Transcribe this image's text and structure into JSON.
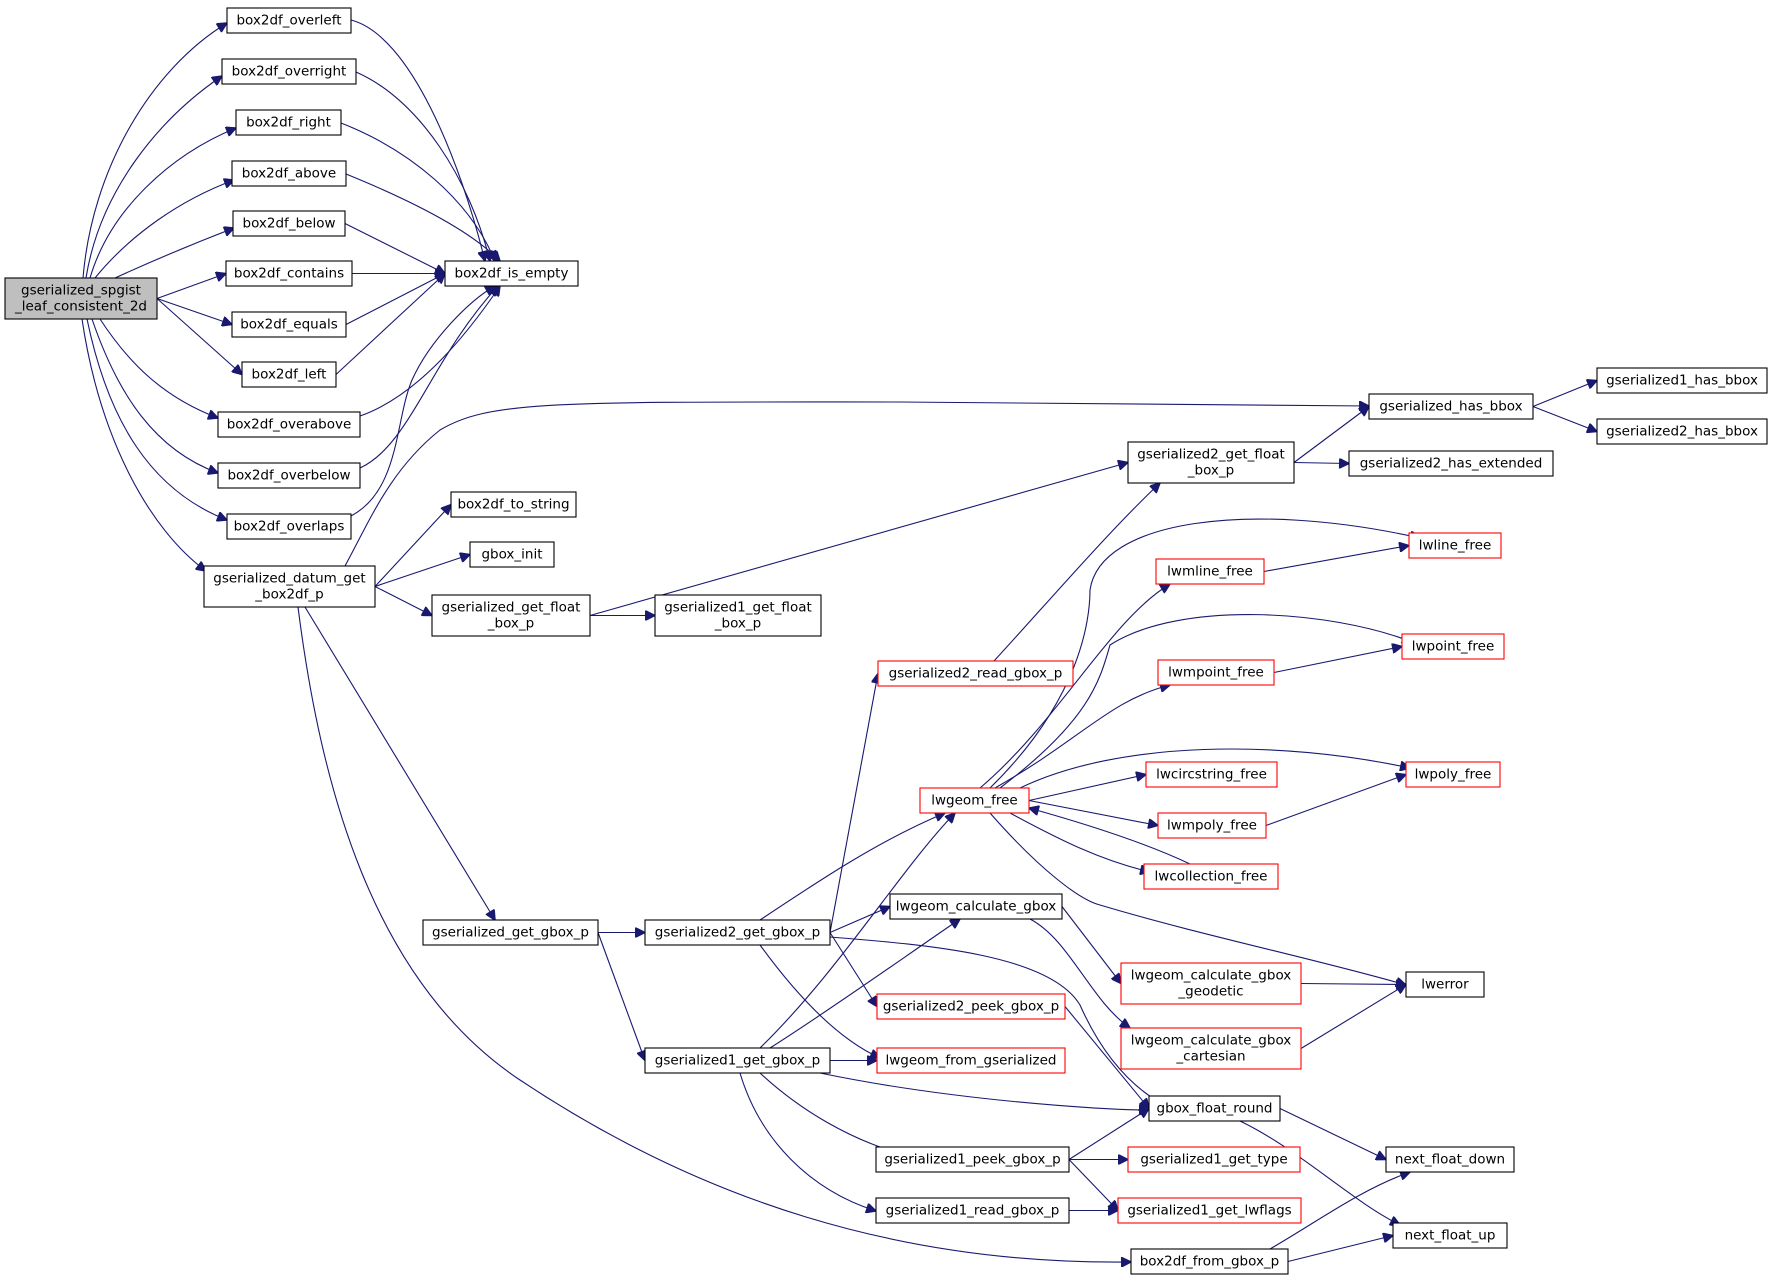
{
  "graph": {
    "nodes": [
      {
        "id": "root",
        "lines": [
          "gserialized_spgist",
          "_leaf_consistent_2d"
        ],
        "style": "root"
      },
      {
        "id": "overleft",
        "lines": [
          "box2df_overleft"
        ],
        "style": "black"
      },
      {
        "id": "overright",
        "lines": [
          "box2df_overright"
        ],
        "style": "black"
      },
      {
        "id": "right",
        "lines": [
          "box2df_right"
        ],
        "style": "black"
      },
      {
        "id": "above",
        "lines": [
          "box2df_above"
        ],
        "style": "black"
      },
      {
        "id": "below",
        "lines": [
          "box2df_below"
        ],
        "style": "black"
      },
      {
        "id": "contains",
        "lines": [
          "box2df_contains"
        ],
        "style": "black"
      },
      {
        "id": "equals",
        "lines": [
          "box2df_equals"
        ],
        "style": "black"
      },
      {
        "id": "left",
        "lines": [
          "box2df_left"
        ],
        "style": "black"
      },
      {
        "id": "overabove",
        "lines": [
          "box2df_overabove"
        ],
        "style": "black"
      },
      {
        "id": "overbelow",
        "lines": [
          "box2df_overbelow"
        ],
        "style": "black"
      },
      {
        "id": "overlaps",
        "lines": [
          "box2df_overlaps"
        ],
        "style": "black"
      },
      {
        "id": "is_empty",
        "lines": [
          "box2df_is_empty"
        ],
        "style": "black"
      },
      {
        "id": "datum_get",
        "lines": [
          "gserialized_datum_get",
          "_box2df_p"
        ],
        "style": "black"
      },
      {
        "id": "to_string",
        "lines": [
          "box2df_to_string"
        ],
        "style": "black"
      },
      {
        "id": "gbox_init",
        "lines": [
          "gbox_init"
        ],
        "style": "black"
      },
      {
        "id": "get_float_box",
        "lines": [
          "gserialized_get_float",
          "_box_p"
        ],
        "style": "black"
      },
      {
        "id": "g1_get_float_box",
        "lines": [
          "gserialized1_get_float",
          "_box_p"
        ],
        "style": "black"
      },
      {
        "id": "g2_get_float_box",
        "lines": [
          "gserialized2_get_float",
          "_box_p"
        ],
        "style": "black"
      },
      {
        "id": "has_bbox",
        "lines": [
          "gserialized_has_bbox"
        ],
        "style": "black"
      },
      {
        "id": "g1_has_bbox",
        "lines": [
          "gserialized1_has_bbox"
        ],
        "style": "black"
      },
      {
        "id": "g2_has_bbox",
        "lines": [
          "gserialized2_has_bbox"
        ],
        "style": "black"
      },
      {
        "id": "g2_has_extended",
        "lines": [
          "gserialized2_has_extended"
        ],
        "style": "black"
      },
      {
        "id": "get_gbox",
        "lines": [
          "gserialized_get_gbox_p"
        ],
        "style": "black"
      },
      {
        "id": "g2_get_gbox",
        "lines": [
          "gserialized2_get_gbox_p"
        ],
        "style": "black"
      },
      {
        "id": "g1_get_gbox",
        "lines": [
          "gserialized1_get_gbox_p"
        ],
        "style": "black"
      },
      {
        "id": "g2_read_gbox",
        "lines": [
          "gserialized2_read_gbox_p"
        ],
        "style": "red"
      },
      {
        "id": "lwgeom_free",
        "lines": [
          "lwgeom_free"
        ],
        "style": "red"
      },
      {
        "id": "lwmline_free",
        "lines": [
          "lwmline_free"
        ],
        "style": "red"
      },
      {
        "id": "lwline_free",
        "lines": [
          "lwline_free"
        ],
        "style": "red"
      },
      {
        "id": "lwmpoint_free",
        "lines": [
          "lwmpoint_free"
        ],
        "style": "red"
      },
      {
        "id": "lwpoint_free",
        "lines": [
          "lwpoint_free"
        ],
        "style": "red"
      },
      {
        "id": "lwcircstring_free",
        "lines": [
          "lwcircstring_free"
        ],
        "style": "red"
      },
      {
        "id": "lwpoly_free",
        "lines": [
          "lwpoly_free"
        ],
        "style": "red"
      },
      {
        "id": "lwmpoly_free",
        "lines": [
          "lwmpoly_free"
        ],
        "style": "red"
      },
      {
        "id": "lwcollection_free",
        "lines": [
          "lwcollection_free"
        ],
        "style": "red"
      },
      {
        "id": "calc_gbox",
        "lines": [
          "lwgeom_calculate_gbox"
        ],
        "style": "black"
      },
      {
        "id": "calc_gbox_geodetic",
        "lines": [
          "lwgeom_calculate_gbox",
          "_geodetic"
        ],
        "style": "red"
      },
      {
        "id": "calc_gbox_cartesian",
        "lines": [
          "lwgeom_calculate_gbox",
          "_cartesian"
        ],
        "style": "red"
      },
      {
        "id": "lwerror",
        "lines": [
          "lwerror"
        ],
        "style": "black"
      },
      {
        "id": "g2_peek_gbox",
        "lines": [
          "gserialized2_peek_gbox_p"
        ],
        "style": "red"
      },
      {
        "id": "from_gserialized",
        "lines": [
          "lwgeom_from_gserialized"
        ],
        "style": "red"
      },
      {
        "id": "gbox_float_round",
        "lines": [
          "gbox_float_round"
        ],
        "style": "black"
      },
      {
        "id": "g1_peek_gbox",
        "lines": [
          "gserialized1_peek_gbox_p"
        ],
        "style": "black"
      },
      {
        "id": "g1_get_type",
        "lines": [
          "gserialized1_get_type"
        ],
        "style": "red"
      },
      {
        "id": "next_float_down",
        "lines": [
          "next_float_down"
        ],
        "style": "black"
      },
      {
        "id": "g1_read_gbox",
        "lines": [
          "gserialized1_read_gbox_p"
        ],
        "style": "black"
      },
      {
        "id": "g1_get_lwflags",
        "lines": [
          "gserialized1_get_lwflags"
        ],
        "style": "red"
      },
      {
        "id": "next_float_up",
        "lines": [
          "next_float_up"
        ],
        "style": "black"
      },
      {
        "id": "from_gbox",
        "lines": [
          "box2df_from_gbox_p"
        ],
        "style": "black"
      }
    ],
    "edges": [
      [
        "root",
        "overleft"
      ],
      [
        "root",
        "overright"
      ],
      [
        "root",
        "right"
      ],
      [
        "root",
        "above"
      ],
      [
        "root",
        "below"
      ],
      [
        "root",
        "contains"
      ],
      [
        "root",
        "equals"
      ],
      [
        "root",
        "left"
      ],
      [
        "root",
        "overabove"
      ],
      [
        "root",
        "overbelow"
      ],
      [
        "root",
        "overlaps"
      ],
      [
        "root",
        "datum_get"
      ],
      [
        "overleft",
        "is_empty"
      ],
      [
        "overright",
        "is_empty"
      ],
      [
        "right",
        "is_empty"
      ],
      [
        "above",
        "is_empty"
      ],
      [
        "below",
        "is_empty"
      ],
      [
        "contains",
        "is_empty"
      ],
      [
        "equals",
        "is_empty"
      ],
      [
        "left",
        "is_empty"
      ],
      [
        "overabove",
        "is_empty"
      ],
      [
        "overbelow",
        "is_empty"
      ],
      [
        "overlaps",
        "is_empty"
      ],
      [
        "datum_get",
        "has_bbox"
      ],
      [
        "datum_get",
        "to_string"
      ],
      [
        "datum_get",
        "gbox_init"
      ],
      [
        "datum_get",
        "get_float_box"
      ],
      [
        "datum_get",
        "get_gbox"
      ],
      [
        "datum_get",
        "from_gbox"
      ],
      [
        "get_float_box",
        "g1_get_float_box"
      ],
      [
        "get_float_box",
        "g2_get_float_box"
      ],
      [
        "g2_get_float_box",
        "has_bbox"
      ],
      [
        "g2_get_float_box",
        "g2_has_extended"
      ],
      [
        "has_bbox",
        "g1_has_bbox"
      ],
      [
        "has_bbox",
        "g2_has_bbox"
      ],
      [
        "get_gbox",
        "g2_get_gbox"
      ],
      [
        "get_gbox",
        "g1_get_gbox"
      ],
      [
        "g2_get_gbox",
        "g2_read_gbox"
      ],
      [
        "g2_get_gbox",
        "lwgeom_free"
      ],
      [
        "g2_get_gbox",
        "calc_gbox"
      ],
      [
        "g2_get_gbox",
        "g2_peek_gbox"
      ],
      [
        "g2_get_gbox",
        "from_gserialized"
      ],
      [
        "g2_get_gbox",
        "gbox_float_round"
      ],
      [
        "g1_get_gbox",
        "lwgeom_free"
      ],
      [
        "g1_get_gbox",
        "calc_gbox"
      ],
      [
        "g1_get_gbox",
        "from_gserialized"
      ],
      [
        "g1_get_gbox",
        "gbox_float_round"
      ],
      [
        "g1_get_gbox",
        "g1_peek_gbox"
      ],
      [
        "g1_get_gbox",
        "g1_read_gbox"
      ],
      [
        "g2_read_gbox",
        "g2_get_float_box"
      ],
      [
        "lwgeom_free",
        "lwline_free"
      ],
      [
        "lwgeom_free",
        "lwmline_free"
      ],
      [
        "lwgeom_free",
        "lwpoint_free"
      ],
      [
        "lwgeom_free",
        "lwmpoint_free"
      ],
      [
        "lwgeom_free",
        "lwpoly_free"
      ],
      [
        "lwgeom_free",
        "lwcircstring_free"
      ],
      [
        "lwgeom_free",
        "lwmpoly_free"
      ],
      [
        "lwgeom_free",
        "lwcollection_free"
      ],
      [
        "lwgeom_free",
        "lwerror"
      ],
      [
        "lwmline_free",
        "lwline_free"
      ],
      [
        "lwmpoint_free",
        "lwpoint_free"
      ],
      [
        "lwmpoly_free",
        "lwpoly_free"
      ],
      [
        "lwcollection_free",
        "lwgeom_free"
      ],
      [
        "calc_gbox",
        "calc_gbox_geodetic"
      ],
      [
        "calc_gbox",
        "calc_gbox_cartesian"
      ],
      [
        "calc_gbox_geodetic",
        "lwerror"
      ],
      [
        "calc_gbox_cartesian",
        "lwerror"
      ],
      [
        "g2_peek_gbox",
        "gbox_float_round"
      ],
      [
        "gbox_float_round",
        "next_float_down"
      ],
      [
        "gbox_float_round",
        "next_float_up"
      ],
      [
        "g1_peek_gbox",
        "gbox_float_round"
      ],
      [
        "g1_peek_gbox",
        "g1_get_type"
      ],
      [
        "g1_peek_gbox",
        "g1_get_lwflags"
      ],
      [
        "g1_read_gbox",
        "g1_get_lwflags"
      ],
      [
        "from_gbox",
        "next_float_down"
      ],
      [
        "from_gbox",
        "next_float_up"
      ]
    ]
  }
}
